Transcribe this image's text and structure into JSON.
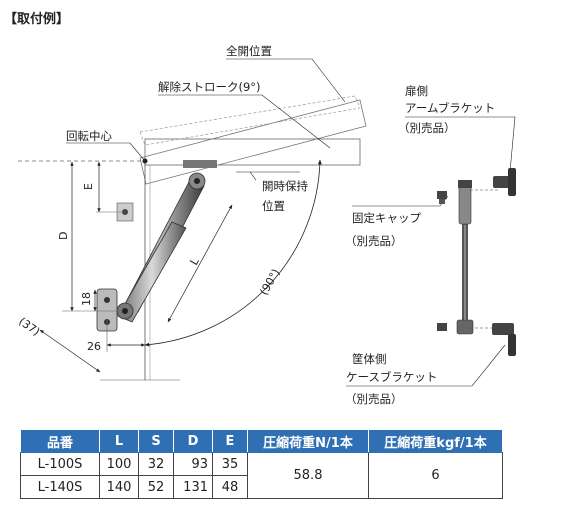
{
  "title": "【取付例】",
  "labels": {
    "full_open": "全開位置",
    "release_stroke": "解除ストローク(9°)",
    "pivot_center": "回転中心",
    "open_hold": [
      "開時保持",
      "位置"
    ],
    "door_side": [
      "扉側",
      "アームブラケット",
      "（別売品）"
    ],
    "fixed_cap": [
      "固定キャップ",
      "（別売品）"
    ],
    "case_side": [
      "筐体側",
      "ケースブラケット",
      "（別売品）"
    ]
  },
  "dims": {
    "E": "E",
    "D": "D",
    "L": "L",
    "d18": "18",
    "d26": "26",
    "d37": "(37)",
    "d90": "(90°)"
  },
  "table": {
    "headers": [
      "品番",
      "L",
      "S",
      "D",
      "E",
      "圧縮荷重N/1本",
      "圧縮荷重kgf/1本"
    ],
    "rows": [
      {
        "model": "L-100S",
        "L": "100",
        "S": "32",
        "D": "93",
        "E": "35"
      },
      {
        "model": "L-140S",
        "L": "140",
        "S": "52",
        "D": "131",
        "E": "48"
      }
    ],
    "load_n": "58.8",
    "load_kgf": "6"
  },
  "colors": {
    "header_bg": "#2f6fb3",
    "header_text": "#ffffff",
    "line": "#222222"
  }
}
